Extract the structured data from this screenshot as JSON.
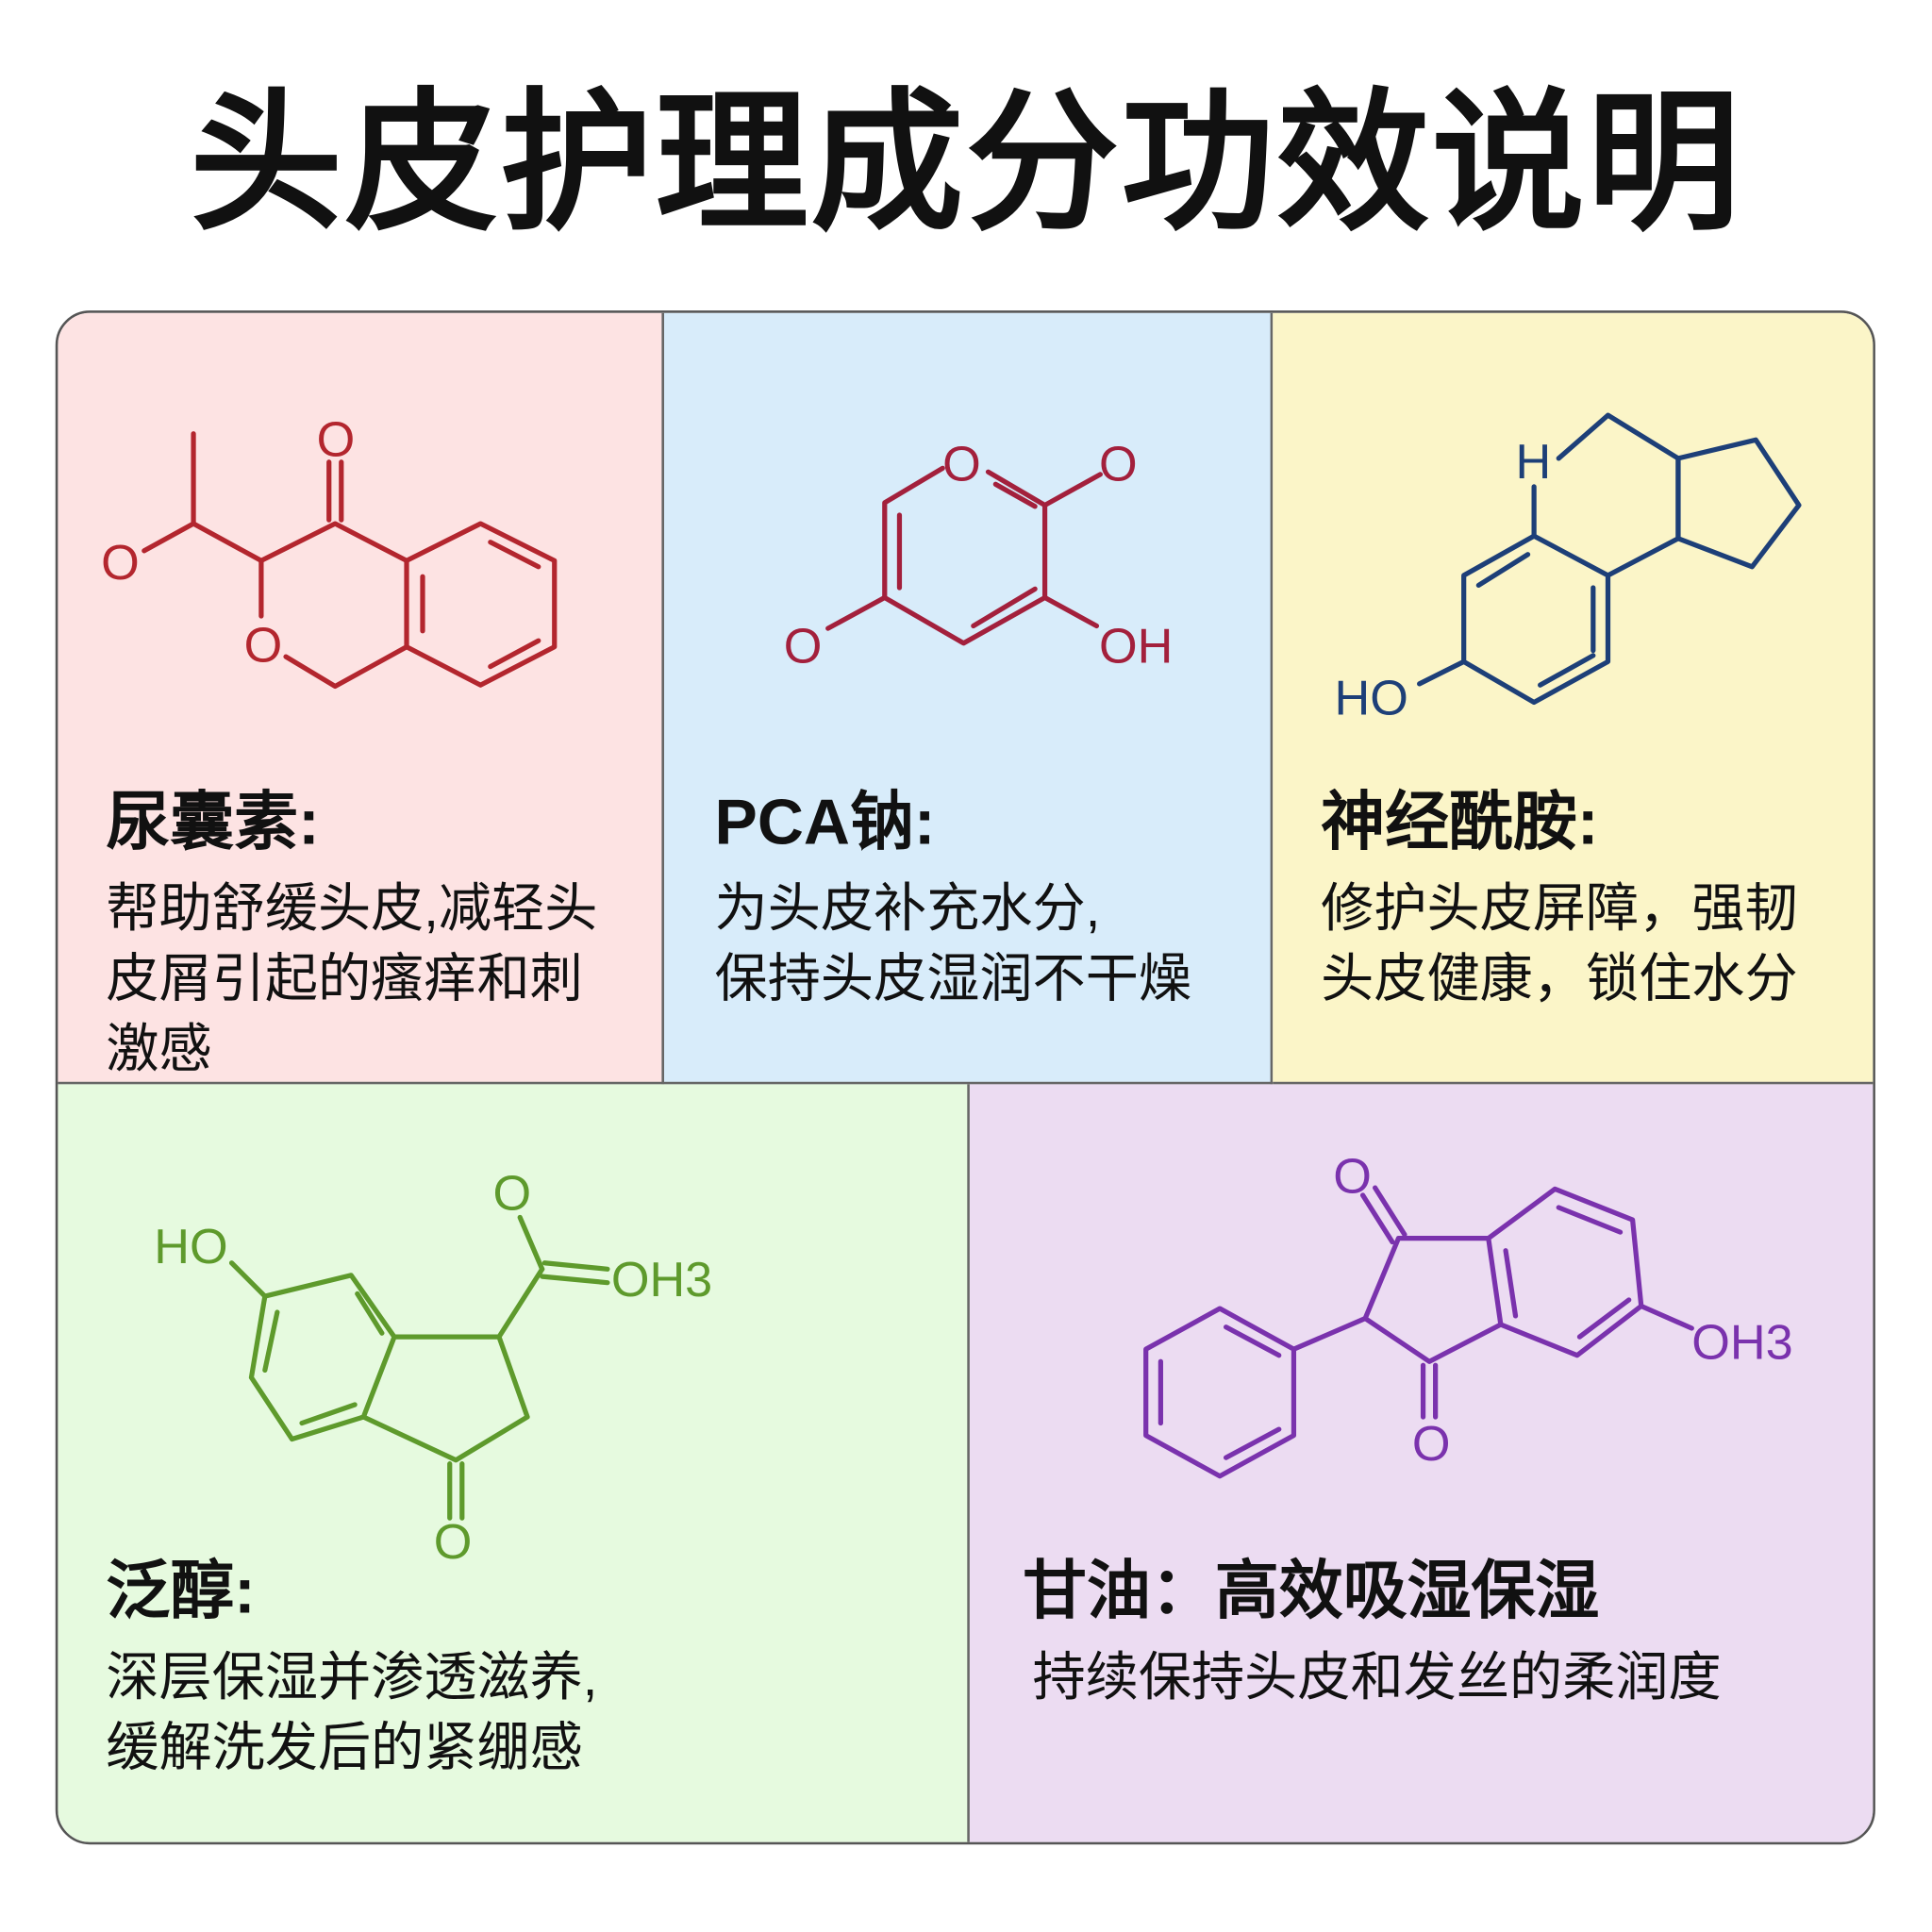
{
  "title": "头皮护理成分功效说明",
  "colors": {
    "allantoin": "#b3262e",
    "pca": "#a3203c",
    "niacinamide": "#1d3f78",
    "panthenol": "#5e9a2c",
    "glycerin": "#7a32ad"
  },
  "panels": [
    {
      "heading": "尿囊素:",
      "lines": [
        "帮助舒缓头皮,减轻头",
        "皮屑引起的瘙痒和刺",
        "激感"
      ],
      "atoms": [
        "O",
        "O",
        "O"
      ]
    },
    {
      "heading": "PCA钠:",
      "lines": [
        "为头皮补充水分,",
        "保持头皮湿润不干燥"
      ],
      "atoms": [
        "O",
        "O",
        "O",
        "OH"
      ]
    },
    {
      "heading": "神经酰胺:",
      "lines": [
        "修护头皮屏障，强韧",
        "头皮健康，锁住水分"
      ],
      "atoms": [
        "H",
        "HO"
      ]
    },
    {
      "heading": "泛醇:",
      "lines": [
        "深层保湿并渗透滋养,",
        "缓解洗发后的紧绷感"
      ],
      "atoms": [
        "HO",
        "O",
        "OH3",
        "O"
      ]
    },
    {
      "heading": "甘油：高效吸湿保湿",
      "lines": [
        "持续保持头皮和发丝的柔润度"
      ],
      "atoms": [
        "O",
        "O",
        "OH3"
      ]
    }
  ]
}
